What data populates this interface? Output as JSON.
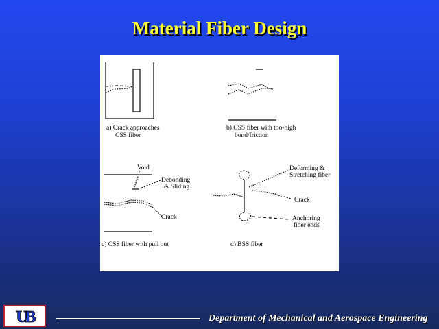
{
  "slide": {
    "title": "Material Fiber Design",
    "footer": {
      "department": "Department of Mechanical and Aerospace Engineering",
      "logo_text": "UB"
    }
  },
  "figure": {
    "panel_a": {
      "caption_1": "a) Crack approaches",
      "caption_2": "CSS fiber"
    },
    "panel_b": {
      "caption_1": "b) CSS fiber with too-high",
      "caption_2": "bond/friction"
    },
    "panel_c": {
      "void": "Void",
      "debonding_1": "Debonding",
      "debonding_2": "& Sliding",
      "crack": "Crack",
      "caption": "c) CSS fiber with pull out"
    },
    "panel_d": {
      "deforming_1": "Deforming &",
      "deforming_2": "Stretching fiber",
      "crack": "Crack",
      "anchoring_1": "Anchoring",
      "anchoring_2": "fiber ends",
      "caption": "d) BSS fiber"
    }
  }
}
